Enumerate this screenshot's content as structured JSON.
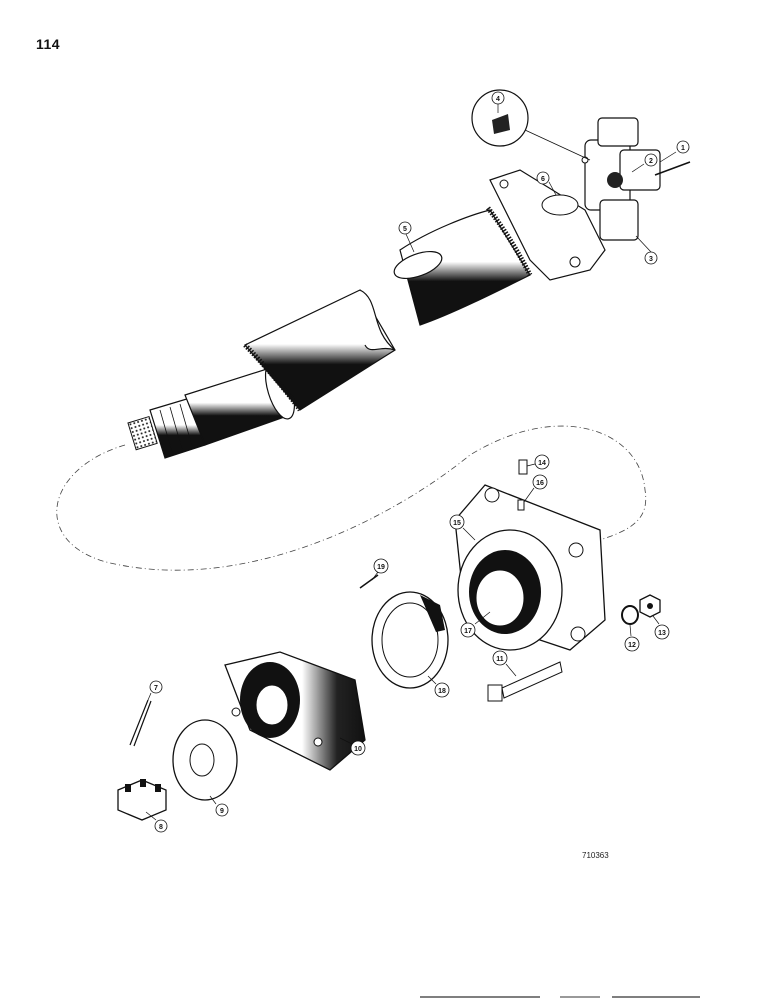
{
  "page_number": "114",
  "reference_code": "710363",
  "callouts": [
    {
      "label": "1"
    },
    {
      "label": "2"
    },
    {
      "label": "3"
    },
    {
      "label": "4"
    },
    {
      "label": "5"
    },
    {
      "label": "6"
    },
    {
      "label": "7"
    },
    {
      "label": "8"
    },
    {
      "label": "9"
    },
    {
      "label": "10"
    },
    {
      "label": "11"
    },
    {
      "label": "12"
    },
    {
      "label": "13"
    },
    {
      "label": "14"
    },
    {
      "label": "15"
    },
    {
      "label": "16"
    },
    {
      "label": "17"
    },
    {
      "label": "18"
    },
    {
      "label": "19"
    }
  ]
}
